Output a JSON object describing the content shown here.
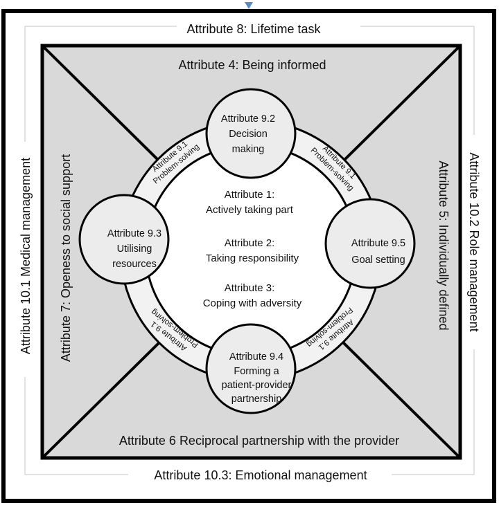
{
  "colors": {
    "frame": "#000000",
    "square_fill": "#d9d9d9",
    "inner_fill": "#ffffff",
    "node_fill": "#ececec",
    "ring_fill": "#f2f2f2",
    "pointer": "#5b8ac8",
    "guide": "#d8d8d8"
  },
  "outer_labels": {
    "top": "Attribute 8: Lifetime task",
    "left": "Attribute 10.1 Medical management",
    "right": "Attribute 10.2 Role management",
    "bottom": "Attribute 10.3: Emotional management"
  },
  "square_labels": {
    "top": "Attribute 4: Being informed",
    "left": "Attribute 7: Openess to social support",
    "right": "Attribute 5: Individually defined",
    "bottom": "Attribute 6 Reciprocal partnership with the provider"
  },
  "inner_circle": {
    "lines": [
      "Attribute 1:",
      "Actively taking part",
      "Attribute 2:",
      "Taking responsibility",
      "Attribute 3:",
      "Coping with adversity"
    ]
  },
  "nodes": {
    "top": [
      "Attribute 9.2",
      "Decision",
      "making"
    ],
    "left": [
      "Attribute 9.3",
      "Utilising",
      "resources"
    ],
    "right": [
      "Attribute 9.5",
      "Goal setting"
    ],
    "bottom": [
      "Attribute 9.4",
      "Forming a",
      "patient-provider",
      "partnership"
    ]
  },
  "ring_labels": [
    {
      "name": "upper-left",
      "lines": [
        "Attribute 9.1",
        "Problem-solving"
      ]
    },
    {
      "name": "upper-right",
      "lines": [
        "Attribute 9.1",
        "Problem-solving"
      ]
    },
    {
      "name": "lower-left",
      "lines": [
        "Attribute 9.1",
        "Problem-solving"
      ]
    },
    {
      "name": "lower-right",
      "lines": [
        "Attribute 9.1",
        "Problem-solving"
      ]
    }
  ]
}
